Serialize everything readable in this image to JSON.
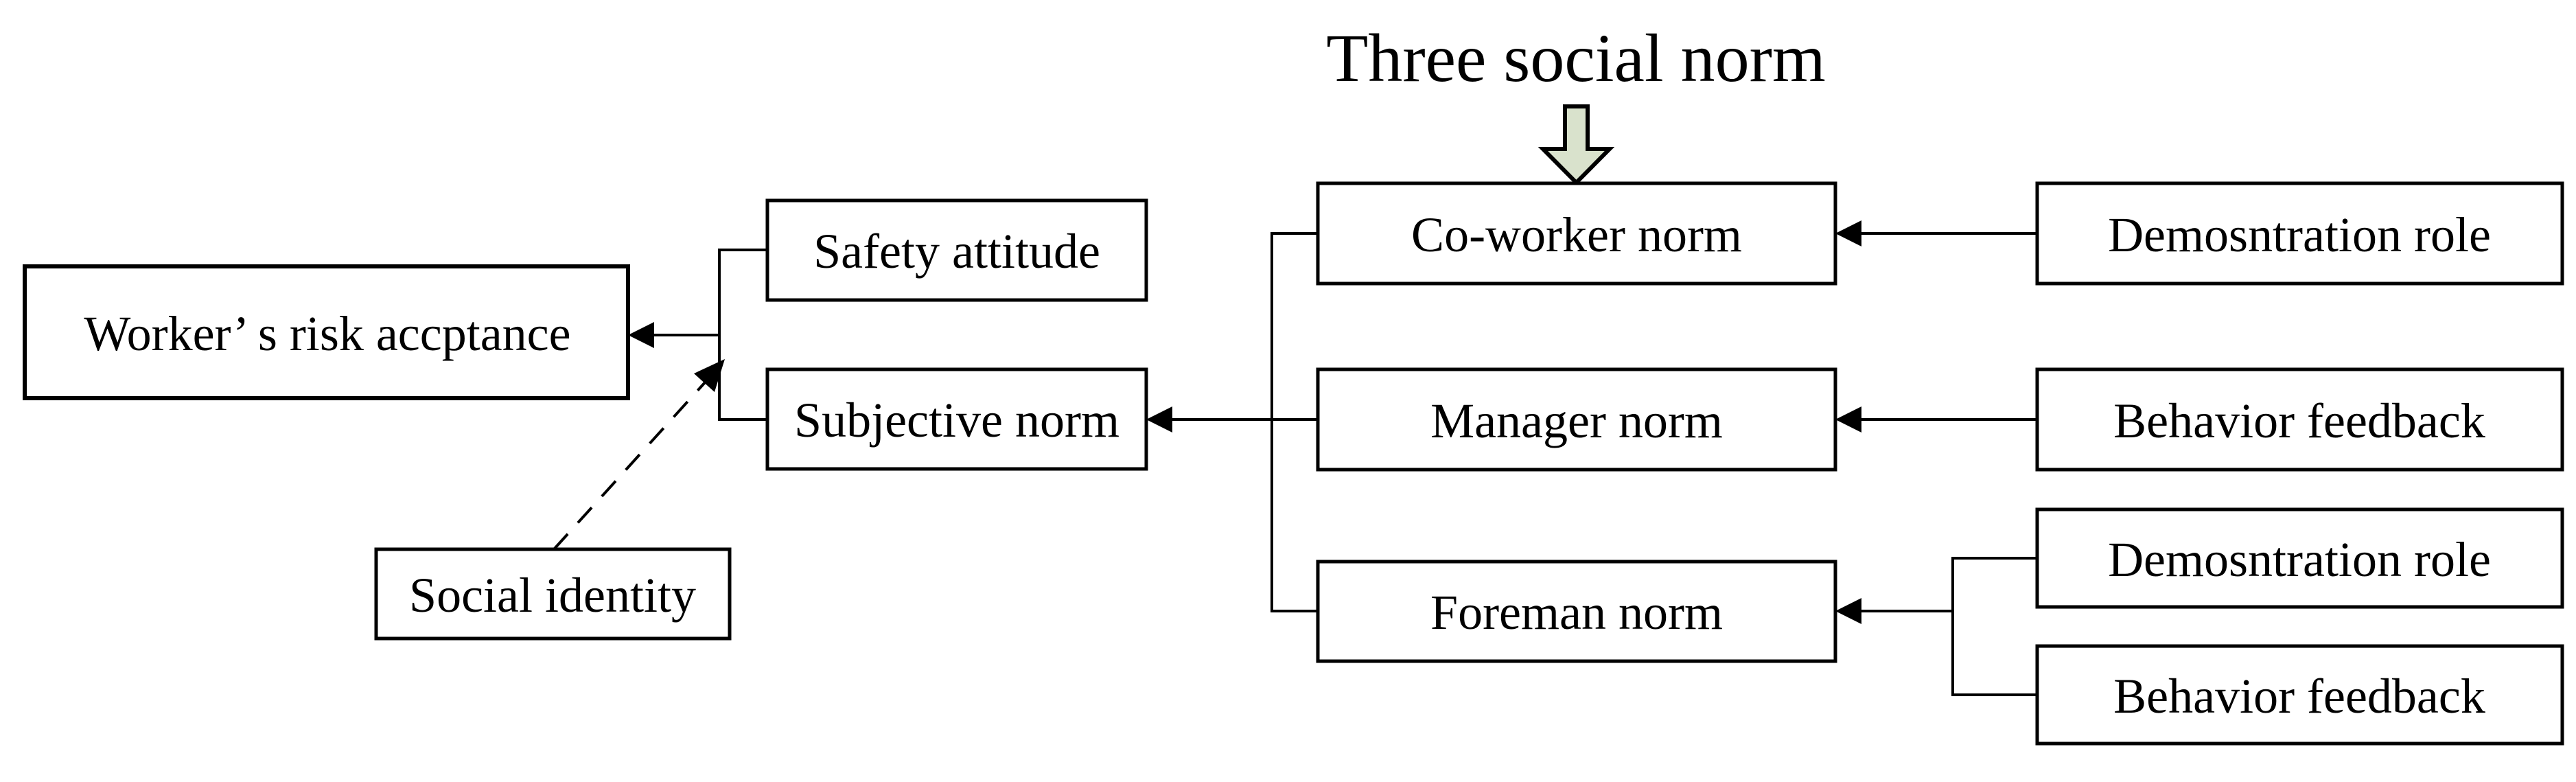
{
  "title": {
    "text": "Three social norm"
  },
  "colors": {
    "background": "#ffffff",
    "box_fill": "#ffffff",
    "box_border": "#000000",
    "line": "#000000",
    "text": "#000000",
    "block_arrow_fill": "#d9e2cc"
  },
  "nodes": {
    "worker_risk": {
      "label": "Worker’ s risk accptance"
    },
    "safety_attitude": {
      "label": "Safety attitude"
    },
    "subjective_norm": {
      "label": "Subjective norm"
    },
    "social_identity": {
      "label": "Social identity"
    },
    "co_worker_norm": {
      "label": "Co-worker norm"
    },
    "manager_norm": {
      "label": "Manager norm"
    },
    "foreman_norm": {
      "label": "Foreman norm"
    },
    "demonstration_role_top": {
      "label": "Demosntration role"
    },
    "behavior_feedback_top": {
      "label": "Behavior feedback"
    },
    "demonstration_role_bottom": {
      "label": "Demosntration role"
    },
    "behavior_feedback_bottom": {
      "label": "Behavior feedback"
    }
  },
  "edges": [
    {
      "from": "three_social_norm",
      "to": "co_worker_norm",
      "style": "block-arrow-down"
    },
    {
      "from": "safety_attitude",
      "to": "worker_risk",
      "style": "solid-arrow",
      "via": "left-bracket"
    },
    {
      "from": "subjective_norm",
      "to": "worker_risk",
      "style": "solid-arrow",
      "via": "left-bracket"
    },
    {
      "from": "social_identity",
      "to": "safety-subjective-bracket",
      "style": "dashed-arrow"
    },
    {
      "from": "co_worker_norm",
      "to": "subjective_norm",
      "style": "solid-arrow",
      "via": "norm-bracket"
    },
    {
      "from": "manager_norm",
      "to": "subjective_norm",
      "style": "solid-arrow",
      "via": "norm-bracket"
    },
    {
      "from": "foreman_norm",
      "to": "subjective_norm",
      "style": "solid-arrow",
      "via": "norm-bracket"
    },
    {
      "from": "demonstration_role_top",
      "to": "co_worker_norm",
      "style": "solid-arrow"
    },
    {
      "from": "behavior_feedback_top",
      "to": "manager_norm",
      "style": "solid-arrow"
    },
    {
      "from": "demonstration_role_bottom",
      "to": "foreman_norm",
      "style": "solid-arrow",
      "via": "right-bracket"
    },
    {
      "from": "behavior_feedback_bottom",
      "to": "foreman_norm",
      "style": "solid-arrow",
      "via": "right-bracket"
    }
  ]
}
